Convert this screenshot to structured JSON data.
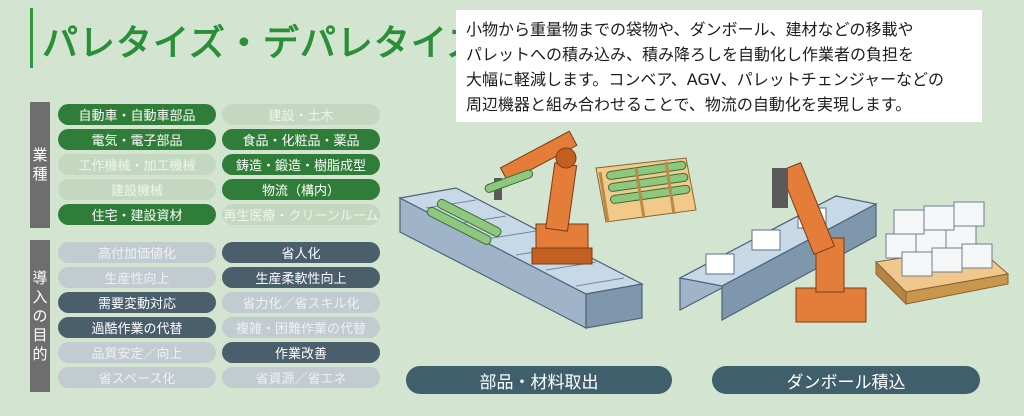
{
  "header": {
    "title": "パレタイズ・デパレタイズ",
    "description_lines": [
      "小物から重量物までの袋物や、ダンボール、建材などの移載や",
      "パレットへの積み込み、積み降ろしを自動化し作業者の負担を",
      "大幅に軽減します。コンベア、AGV、パレットチェンジャーなどの",
      "周辺機器と組み合わせることで、物流の自動化を実現します。"
    ]
  },
  "industries": {
    "label_chars": [
      "業",
      "種"
    ],
    "items": [
      {
        "label": "自動車・自動車部品",
        "active": true
      },
      {
        "label": "建設・土木",
        "active": false
      },
      {
        "label": "電気・電子部品",
        "active": true
      },
      {
        "label": "食品・化粧品・薬品",
        "active": true
      },
      {
        "label": "工作機械・加工機械",
        "active": false
      },
      {
        "label": "鋳造・鍛造・樹脂成型",
        "active": true
      },
      {
        "label": "建設機械",
        "active": false
      },
      {
        "label": "物流（構内）",
        "active": true
      },
      {
        "label": "住宅・建設資材",
        "active": true
      },
      {
        "label": "再生医療・クリーンルーム",
        "active": false
      }
    ]
  },
  "purposes": {
    "label_chars": [
      "導",
      "入",
      "の",
      "目",
      "的"
    ],
    "items": [
      {
        "label": "高付加価値化",
        "active": false
      },
      {
        "label": "省人化",
        "active": true
      },
      {
        "label": "生産性向上",
        "active": false
      },
      {
        "label": "生産柔軟性向上",
        "active": true
      },
      {
        "label": "需要変動対応",
        "active": true
      },
      {
        "label": "省力化／省スキル化",
        "active": false
      },
      {
        "label": "過酷作業の代替",
        "active": true
      },
      {
        "label": "複雑・困難作業の代替",
        "active": false
      },
      {
        "label": "品質安定／向上",
        "active": false
      },
      {
        "label": "作業改善",
        "active": true
      },
      {
        "label": "省スペース化",
        "active": false
      },
      {
        "label": "省資源／省エネ",
        "active": false
      }
    ]
  },
  "cases": {
    "parts_label": "部品・材料取出",
    "boxes_label": "ダンボール積込"
  },
  "colors": {
    "accent_green": "#2e9a3e",
    "active_green": "#2f7d38",
    "active_slate": "#4b5e6c",
    "robot_orange": "#e57d3a"
  }
}
